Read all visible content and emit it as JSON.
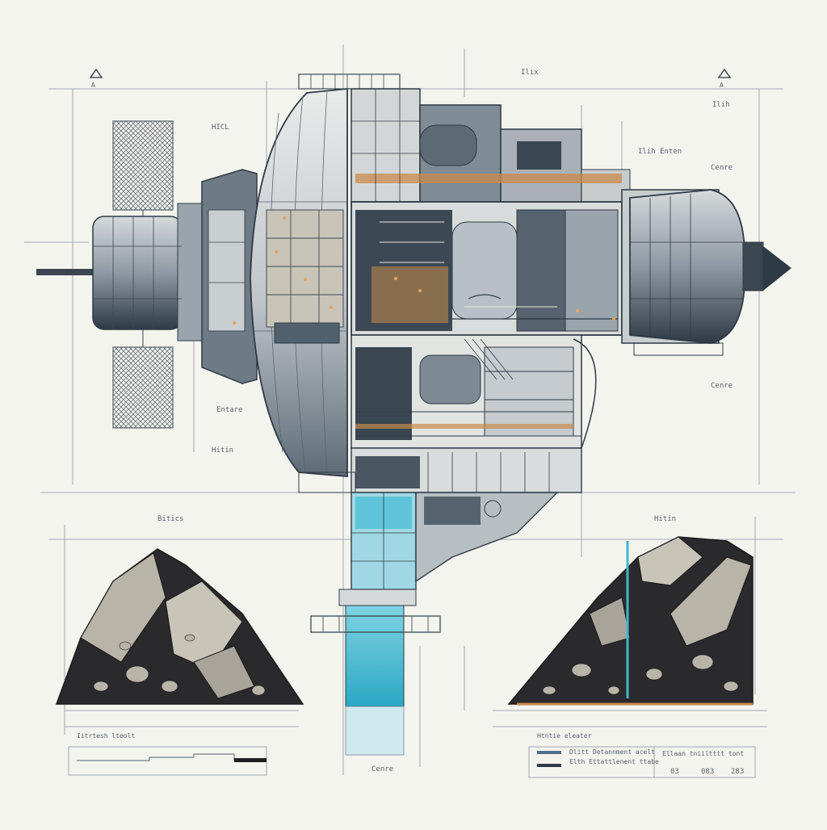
{
  "sheet": {
    "section_markers": [
      "A",
      "A"
    ],
    "labels": {
      "top_center": "Ilix",
      "top_right": "Ilih",
      "left_upper": "HICL",
      "right_mid": "Ilih Enten",
      "right_mid2": "Cenre",
      "right_center": "Cenre",
      "left_mid": "Entare",
      "left_lower": "Hitin",
      "center_bottom": "Cenre",
      "mid_left": "Bitics",
      "mid_right": "Hitin",
      "left_ground": "Iitrtesh lteolt",
      "right_ground": "Htntie eleater"
    },
    "title_block_right": {
      "rows": [
        "Dlitt Detannment acelt",
        "Elth Ettattlenent ttabe",
        "Ellaan tniiltttt tont"
      ],
      "numbers": [
        "03",
        "083",
        "283"
      ]
    }
  },
  "colors": {
    "paper": "#f4f4ee",
    "line": "#7c8894",
    "hull_dark": "#2f3b47",
    "hull_mid": "#8a95a0",
    "hull_light": "#d9dcdc",
    "glass": "#3fb6cf",
    "accent_warm": "#c98a4b",
    "rock_dark": "#2a2a2c",
    "rock_light": "#b9b4a8"
  },
  "icons": [
    "section-marker-icon",
    "panel-hatch",
    "pointed-nose-cone"
  ]
}
